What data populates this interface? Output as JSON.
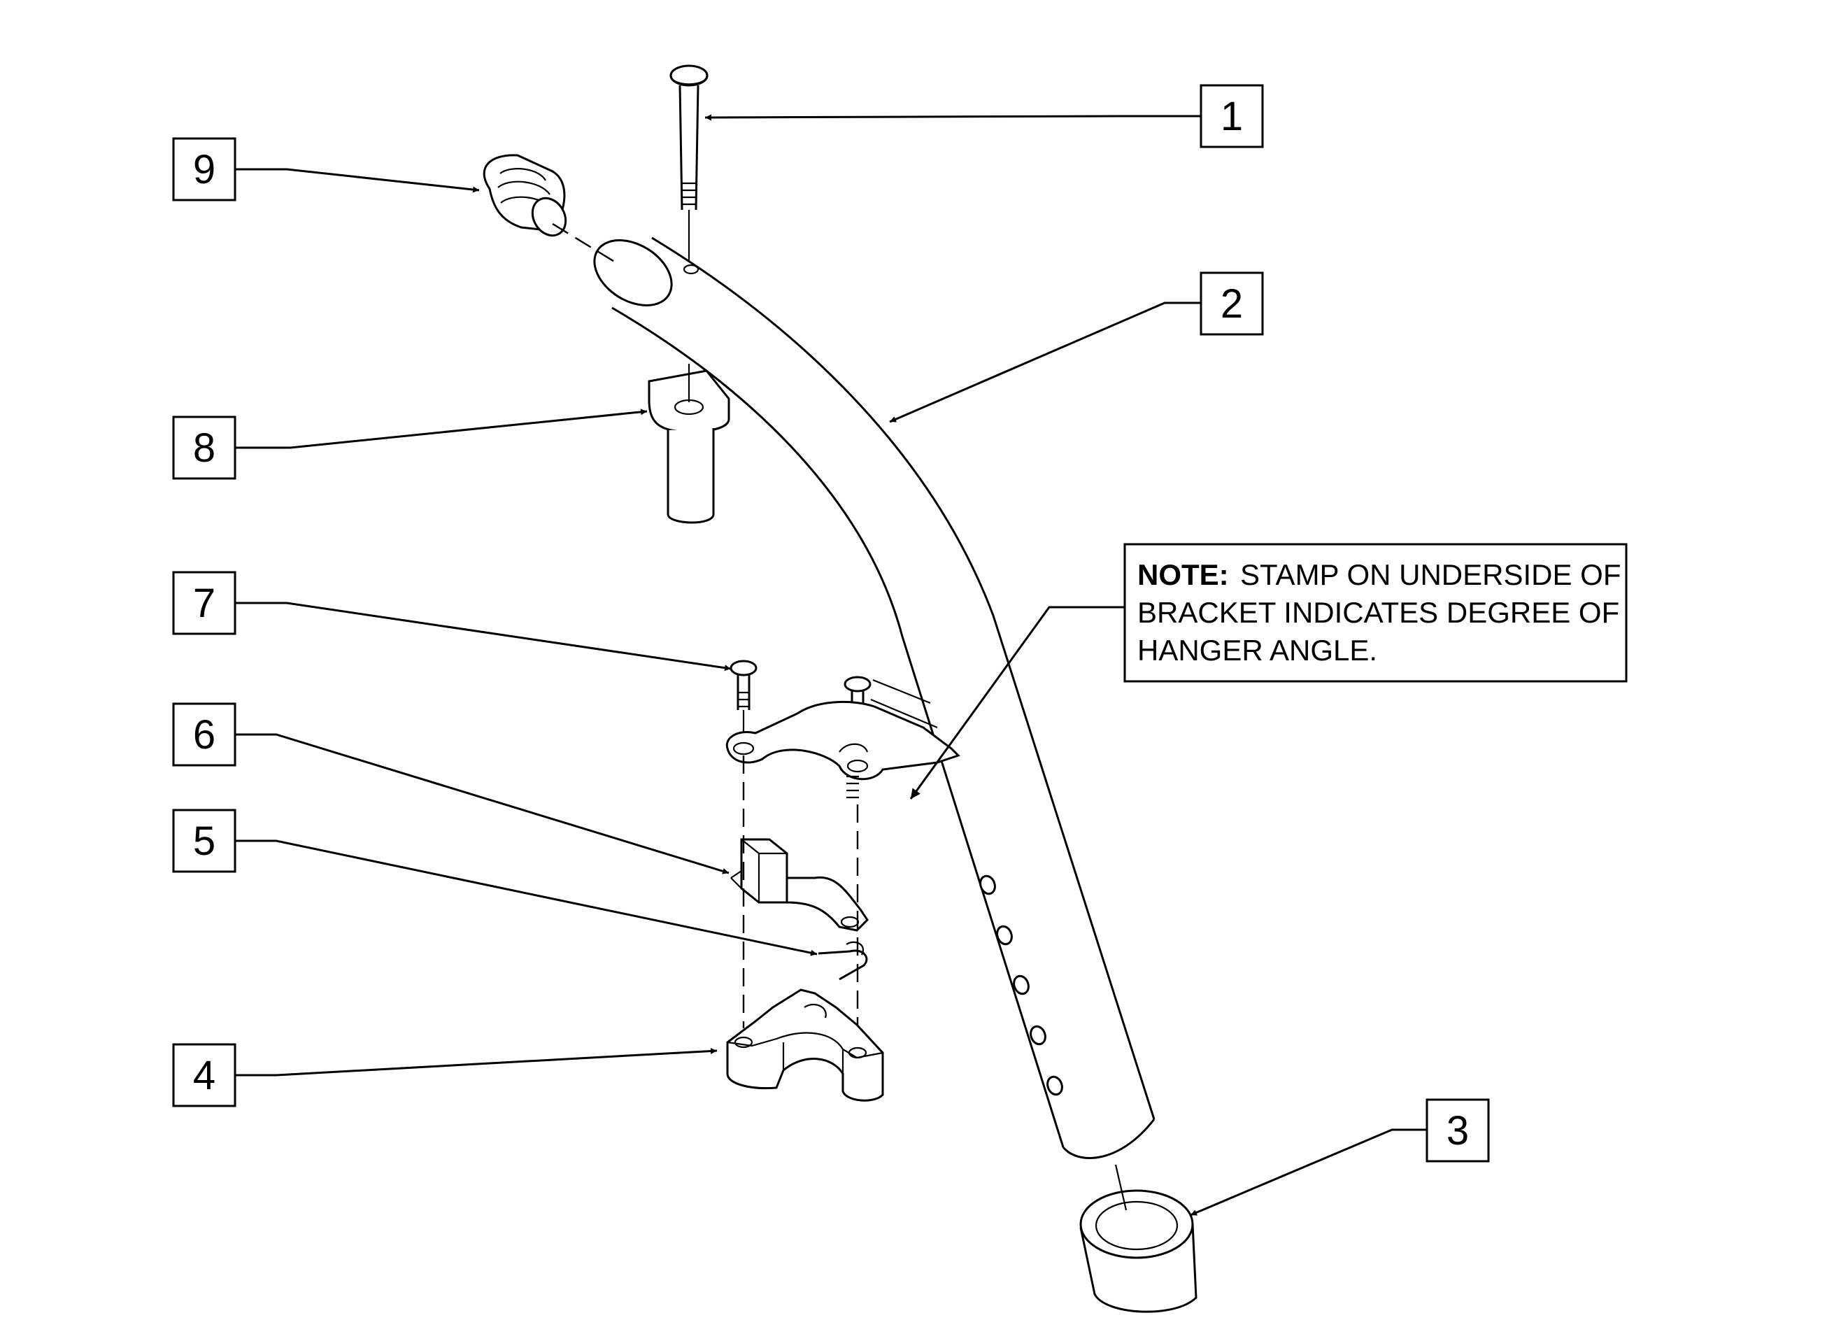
{
  "callouts": [
    {
      "id": "1",
      "label": "1"
    },
    {
      "id": "2",
      "label": "2"
    },
    {
      "id": "3",
      "label": "3"
    },
    {
      "id": "4",
      "label": "4"
    },
    {
      "id": "5",
      "label": "5"
    },
    {
      "id": "6",
      "label": "6"
    },
    {
      "id": "7",
      "label": "7"
    },
    {
      "id": "8",
      "label": "8"
    },
    {
      "id": "9",
      "label": "9"
    }
  ],
  "note": {
    "lead": "NOTE:",
    "line1": "STAMP ON UNDERSIDE OF",
    "line2": "BRACKET INDICATES DEGREE OF",
    "line3": "HANGER ANGLE."
  }
}
